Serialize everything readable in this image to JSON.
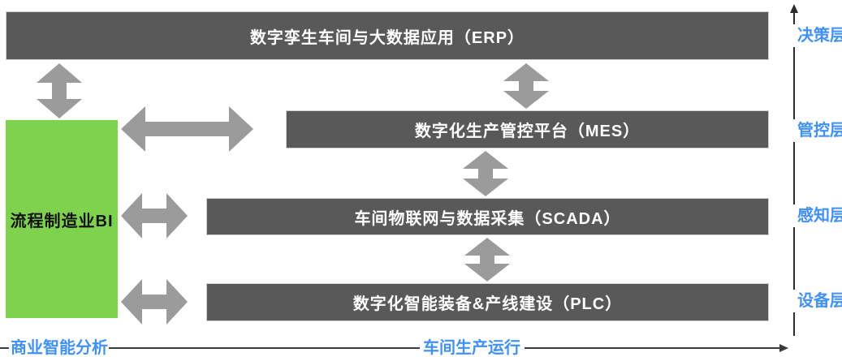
{
  "diagram": {
    "left_box": {
      "label": "流程制造业BI"
    },
    "layers": [
      {
        "label": "数字孪生车间与大数据应用（ERP）",
        "layer_tag": "决策层"
      },
      {
        "label": "数字化生产管控平台（MES）",
        "layer_tag": "管控层"
      },
      {
        "label": "车间物联网与数据采集（SCADA）",
        "layer_tag": "感知层"
      },
      {
        "label": "数字化智能装备&产线建设（PLC）",
        "layer_tag": "设备层"
      }
    ],
    "bottom_axis": {
      "left_label": "商业智能分析",
      "right_label": "车间生产运行"
    },
    "colors": {
      "bar_gray": "#595959",
      "green_box": "#7FD24E",
      "arrow_gray": "#9B9B9B",
      "label_blue": "#4191F5",
      "axis_dark": "#2d2d2d"
    }
  }
}
